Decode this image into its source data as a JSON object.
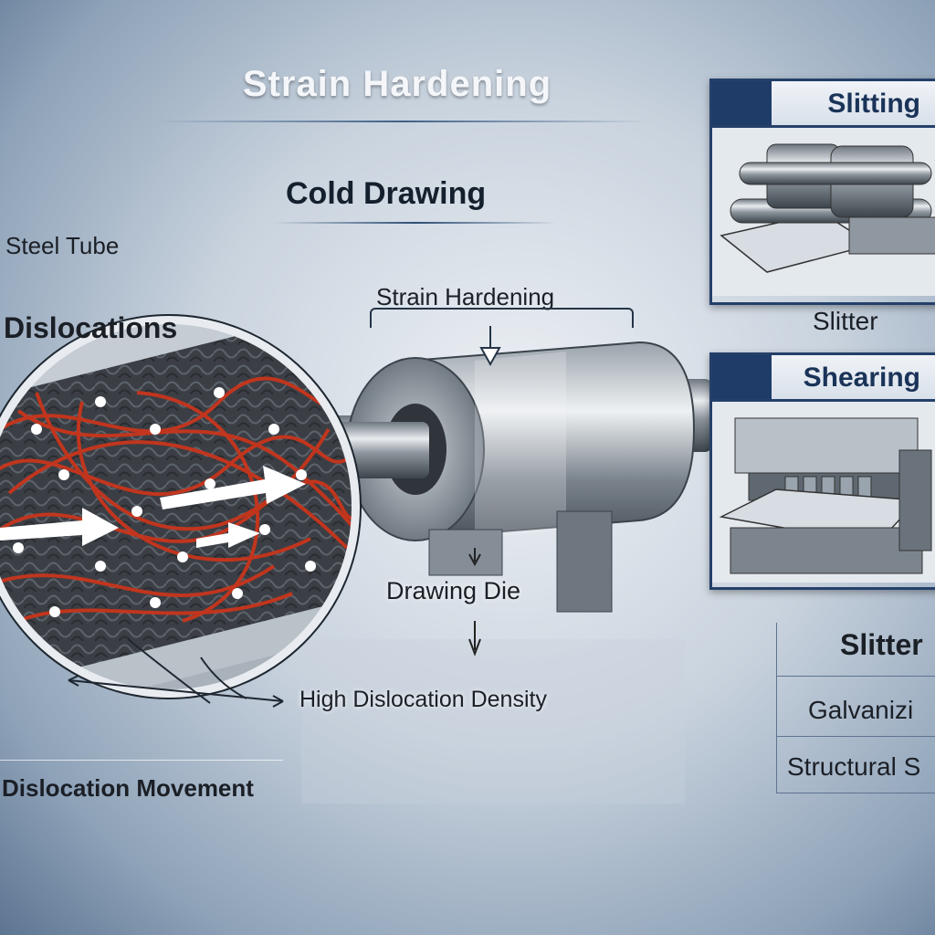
{
  "title": "Strain Hardening",
  "subtitle": "Cold Drawing",
  "labels": {
    "steel_tube": "Steel Tube",
    "dislocations": "Dislocations",
    "strain_hardening": "Strain Hardening",
    "drawing_die": "Drawing Die",
    "high_density": "High Dislocation Density",
    "movement": "Dislocation Movement"
  },
  "panels": {
    "slitting": {
      "header": "Slitting",
      "caption": "Slitter"
    },
    "shearing": {
      "header": "Shearing"
    }
  },
  "side_list": [
    "Slitter",
    "Galvanizi",
    "Structural S"
  ],
  "colors": {
    "accent_navy": "#1f3c68",
    "fiber_red": "#c9351c",
    "steel": "#9aa4ae"
  }
}
